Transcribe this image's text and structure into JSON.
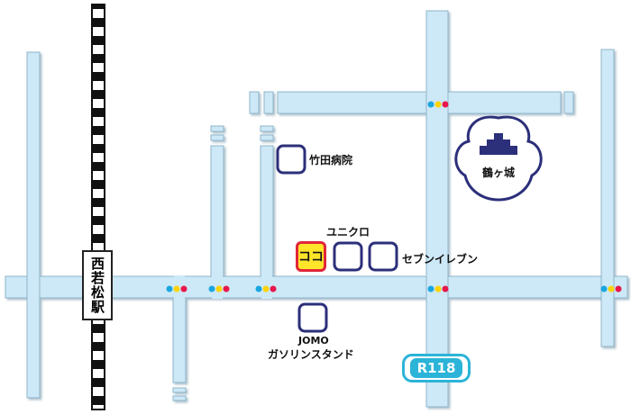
{
  "labels": {
    "takeda": "竹田病院",
    "castle": "鶴ヶ城",
    "uniqlo": "ユニクロ",
    "seven": "セブンイレブン",
    "coco": "ココ",
    "station": "西若松駅",
    "jomo_line1": "JOMO",
    "jomo_line2": "ガソリンスタンド",
    "route": "R118"
  },
  "icons": {
    "traffic_light": "traffic-light-icon",
    "castle": "castle-icon",
    "building": "building-marker-icon"
  },
  "colors": {
    "road": "#cde8f6",
    "road_edge": "#8fb6cc",
    "marker_border": "#2c2f7a",
    "castle_fill": "#2c2f7a",
    "highlight_fill": "#ffe52a",
    "highlight_border": "#e0263a",
    "route_badge": "#2bb4d8",
    "signal_blue": "#1aa6e0",
    "signal_yellow": "#ffd400",
    "signal_red": "#e8174a"
  }
}
